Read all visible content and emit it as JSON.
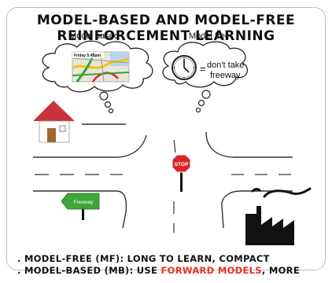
{
  "title_line1": "MODEL-BASED AND MODEL-FREE",
  "title_line2": "REINFORCEMENT LEARNING",
  "labels": {
    "model_based": "Model based",
    "model_free": "Model free",
    "map_time": "Friday 5:45pm",
    "equals": "=",
    "dont_take": "don't take",
    "freeway": "freeway",
    "stop_sign": "STOP",
    "freeway_sign": "Freeway"
  },
  "bullets": {
    "b1": "MODEL-FREE (MF): LONG TO LEARN, COMPACT",
    "b2_pre": "MODEL-BASED (MB): USE ",
    "b2_highlight": "FORWARD MODELS",
    "b2_post": ", MORE"
  },
  "colors": {
    "highlight": "#e8321f",
    "stop": "#d7262a",
    "freeway_sign": "#3ea63a"
  }
}
